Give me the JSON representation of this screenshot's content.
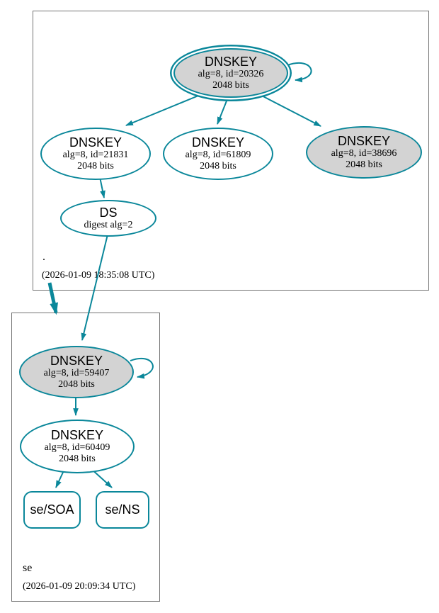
{
  "colors": {
    "secure": "#0a879a",
    "sep_fill": "#d3d3d3",
    "node_fill": "#ffffff",
    "box_border": "#737373",
    "text": "#000000",
    "background": "#ffffff"
  },
  "root_zone": {
    "label": ".",
    "timestamp": "(2026-01-09 18:35:08 UTC)",
    "ksk": {
      "title": "DNSKEY",
      "detail": "alg=8, id=20326",
      "bits": "2048 bits"
    },
    "zsk_21831": {
      "title": "DNSKEY",
      "detail": "alg=8, id=21831",
      "bits": "2048 bits"
    },
    "zsk_61809": {
      "title": "DNSKEY",
      "detail": "alg=8, id=61809",
      "bits": "2048 bits"
    },
    "key_38696": {
      "title": "DNSKEY",
      "detail": "alg=8, id=38696",
      "bits": "2048 bits"
    },
    "ds": {
      "title": "DS",
      "detail": "digest alg=2"
    }
  },
  "se_zone": {
    "label": "se",
    "timestamp": "(2026-01-09 20:09:34 UTC)",
    "ksk": {
      "title": "DNSKEY",
      "detail": "alg=8, id=59407",
      "bits": "2048 bits"
    },
    "zsk": {
      "title": "DNSKEY",
      "detail": "alg=8, id=60409",
      "bits": "2048 bits"
    },
    "soa": {
      "label": "se/SOA"
    },
    "ns": {
      "label": "se/NS"
    }
  }
}
